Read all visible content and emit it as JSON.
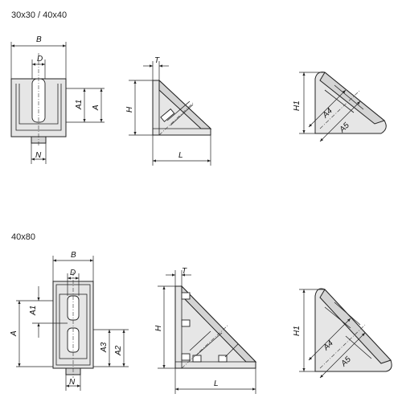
{
  "section_top": {
    "heading": "30x30 / 40x40"
  },
  "section_bottom": {
    "heading": "40x80"
  },
  "labels": {
    "B": "B",
    "D": "D",
    "A": "A",
    "A1": "A1",
    "A2": "A2",
    "A3": "A3",
    "A4": "A4",
    "A5": "A5",
    "N": "N",
    "T": "T",
    "H": "H",
    "H1": "H1",
    "L": "L"
  }
}
